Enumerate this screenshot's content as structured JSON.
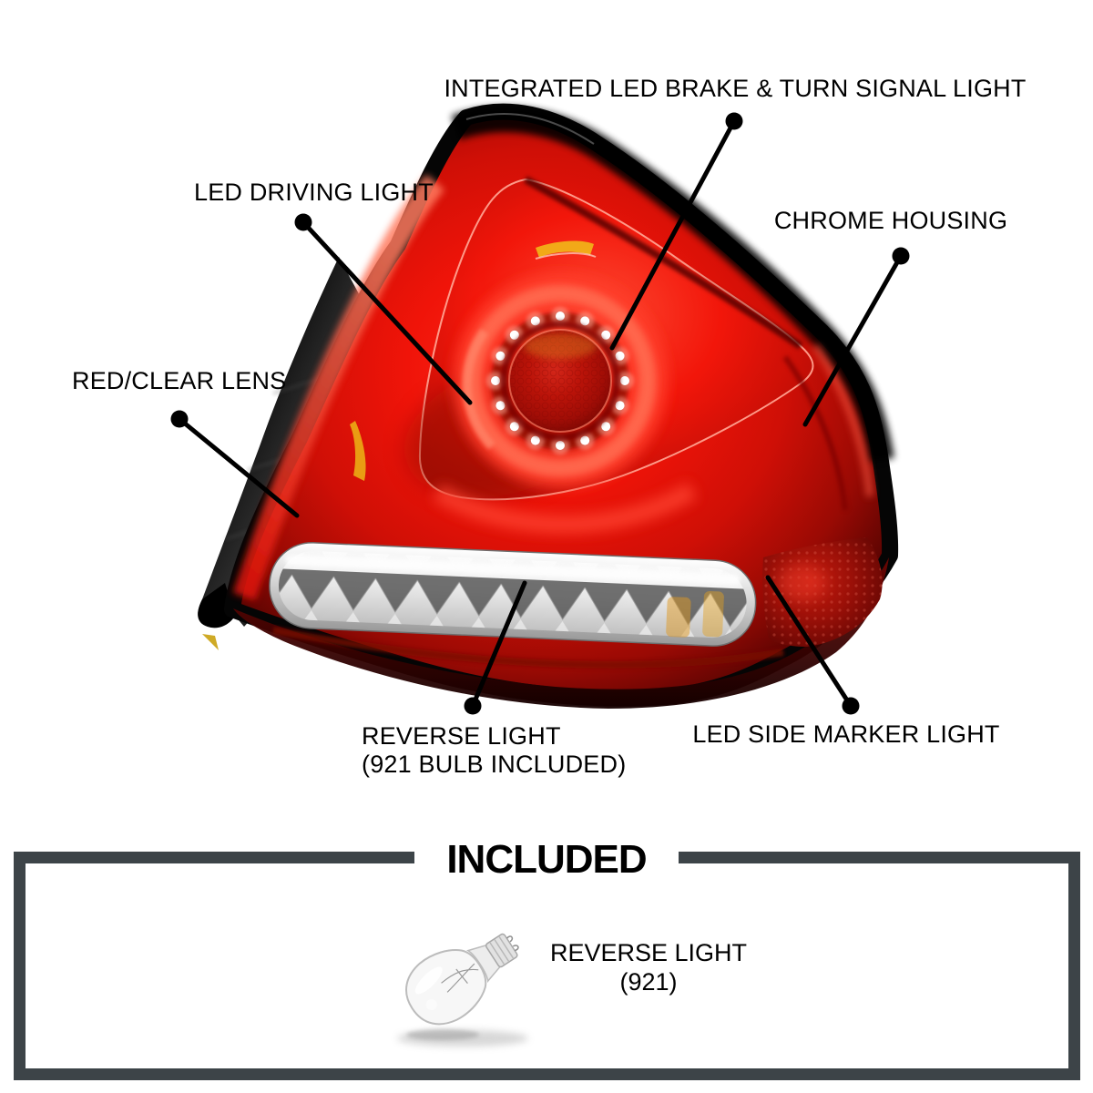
{
  "callouts": [
    {
      "label": "INTEGRATED LED BRAKE & TURN SIGNAL LIGHT"
    },
    {
      "label": "LED DRIVING LIGHT"
    },
    {
      "label": "CHROME HOUSING"
    },
    {
      "label": "RED/CLEAR LENS"
    },
    {
      "label": "REVERSE LIGHT",
      "label2": "(921 BULB INCLUDED)"
    },
    {
      "label": "LED SIDE MARKER LIGHT"
    }
  ],
  "included": {
    "title": "INCLUDED",
    "item": {
      "name": "REVERSE LIGHT",
      "part": "(921)"
    }
  },
  "colors": {
    "label_text": "#000000",
    "frame": "#3d4448",
    "lens_red": "#e91408",
    "lens_red_bright": "#ff3522",
    "lens_red_dark": "#6e0603",
    "housing_black": "#0a0a0a",
    "amber": "#e8a414",
    "chrome_silver": "#d9d9d9",
    "led_dot": "#ffffff"
  }
}
